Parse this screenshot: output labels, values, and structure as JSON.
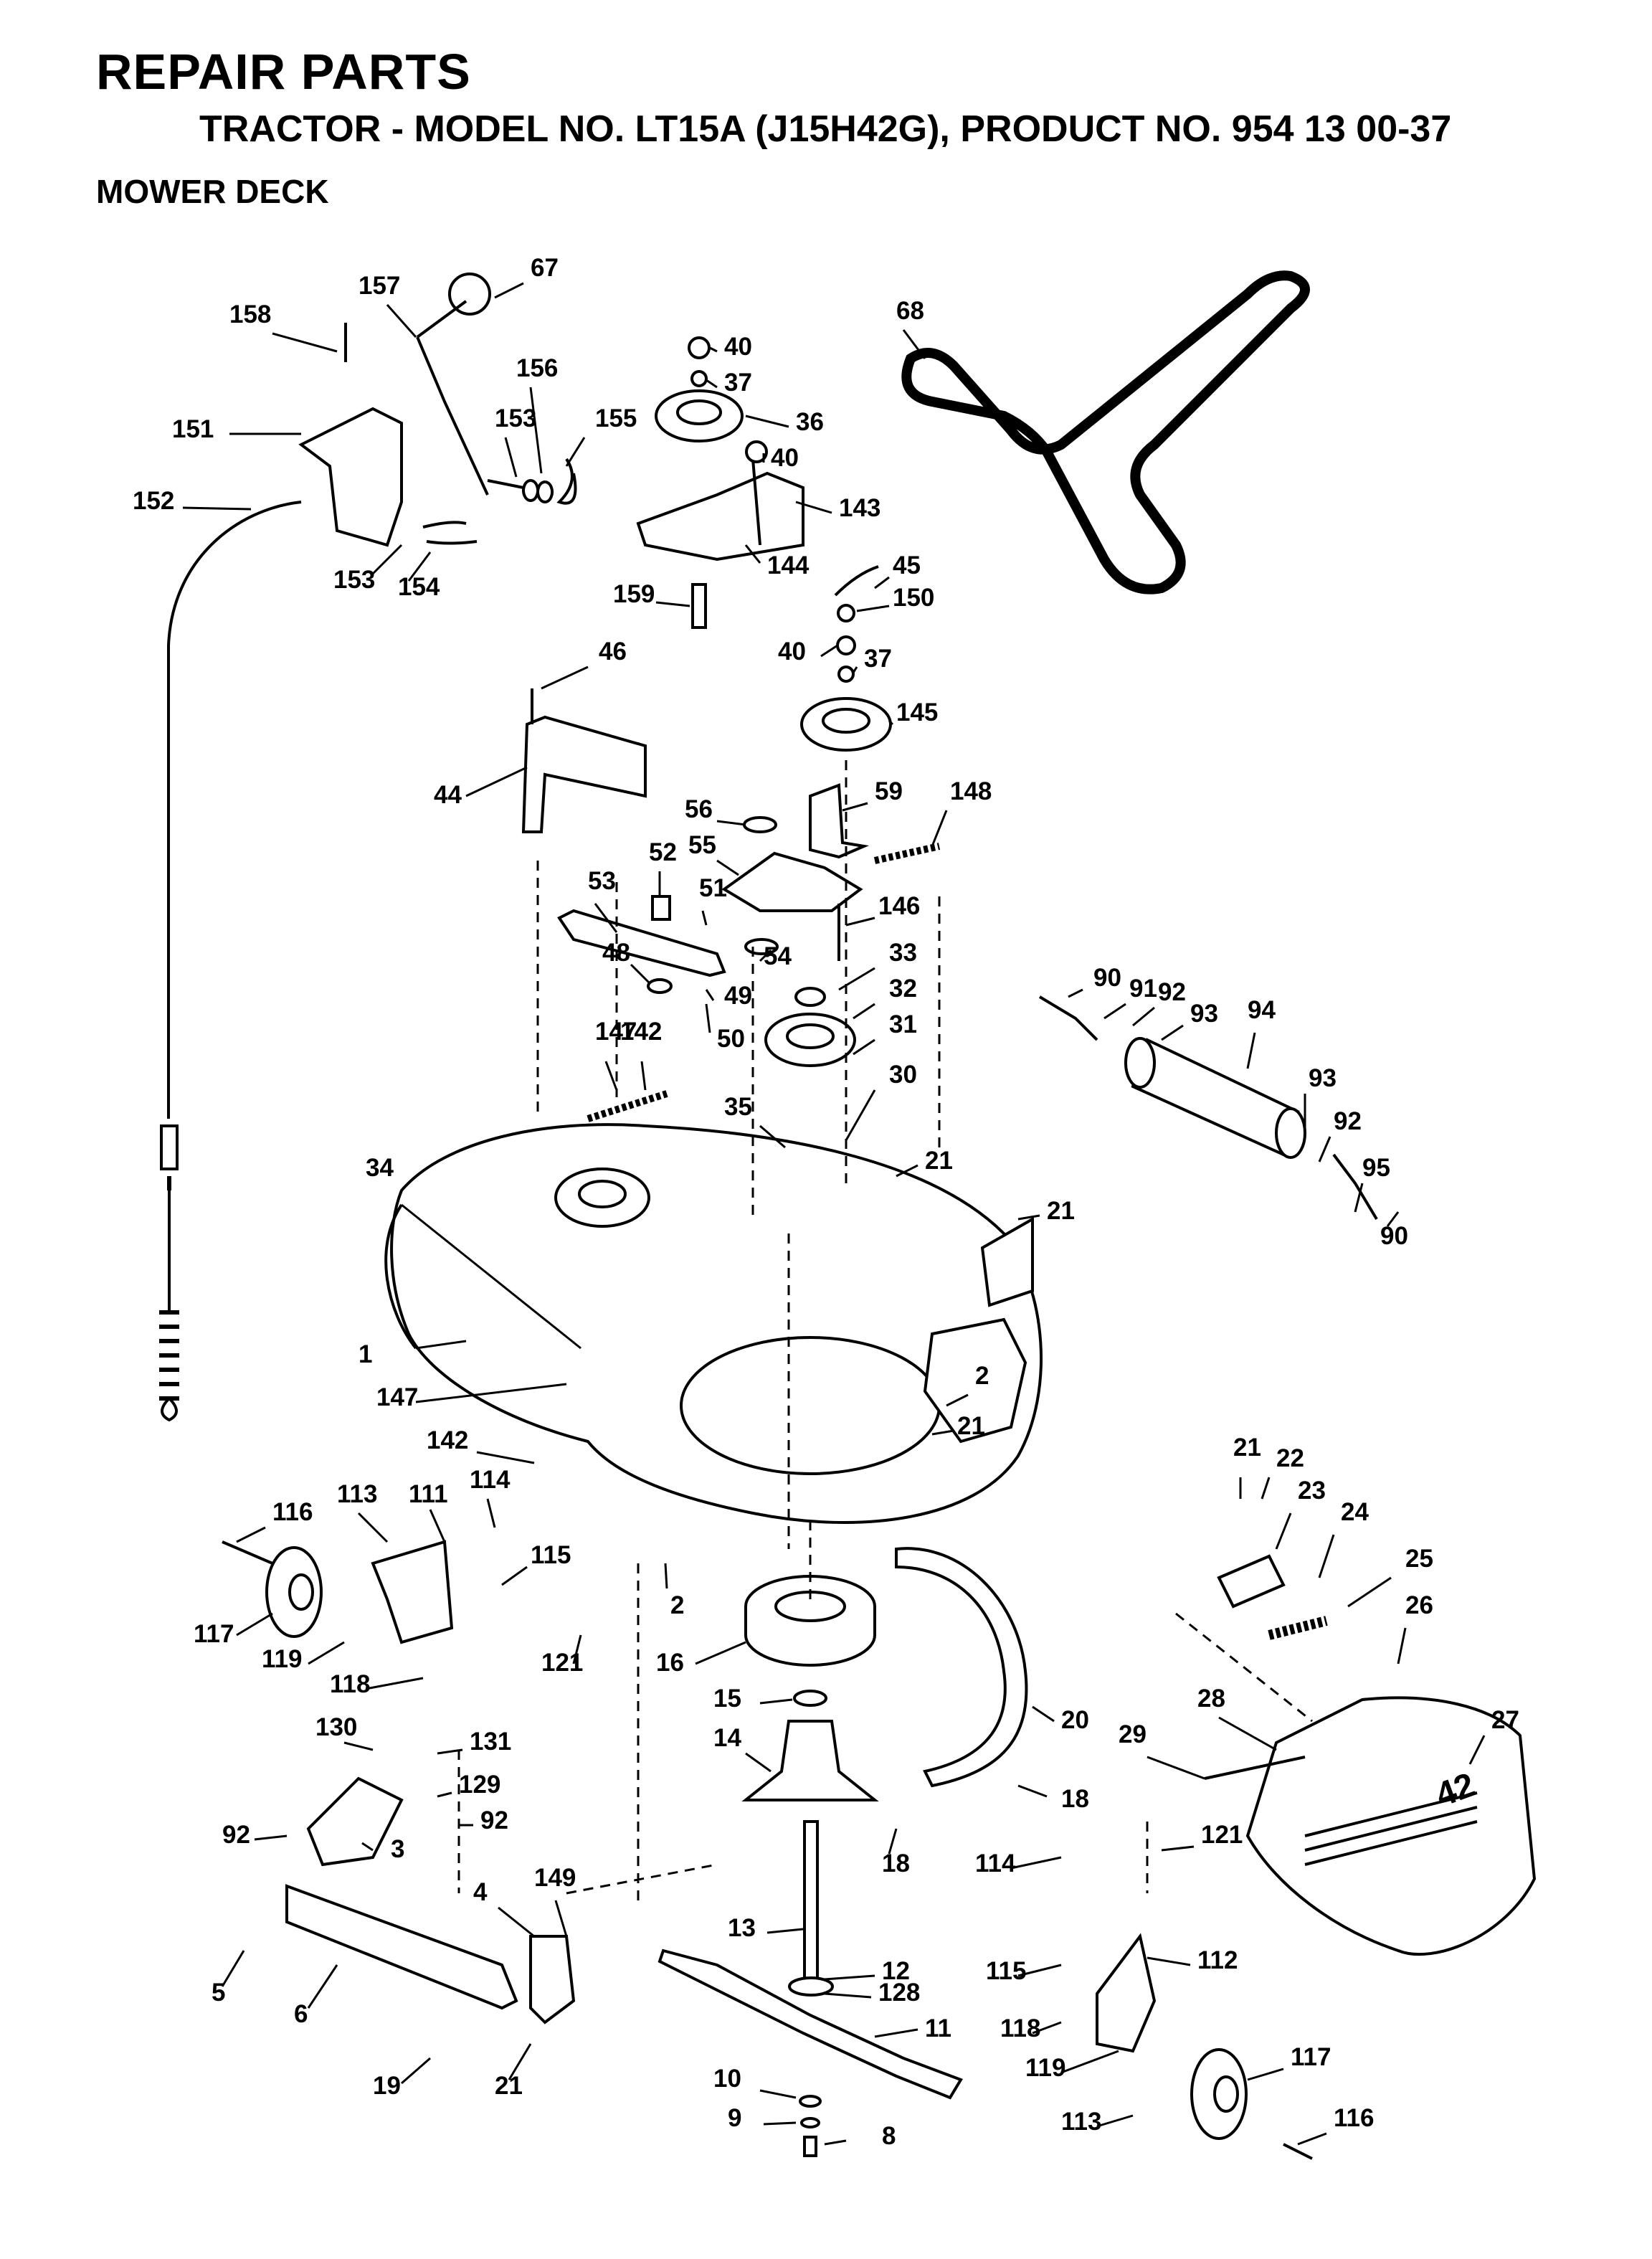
{
  "header": {
    "title": "REPAIR PARTS",
    "subtitle": "TRACTOR - MODEL NO. LT15A (J15H42G), PRODUCT NO. 954 13 00-37",
    "section": "MOWER DECK"
  },
  "decal_text": "42",
  "callouts": [
    "1",
    "2",
    "3",
    "4",
    "5",
    "6",
    "8",
    "9",
    "10",
    "11",
    "12",
    "13",
    "14",
    "15",
    "16",
    "18",
    "19",
    "20",
    "21",
    "22",
    "23",
    "24",
    "25",
    "26",
    "27",
    "28",
    "29",
    "30",
    "31",
    "32",
    "33",
    "34",
    "35",
    "36",
    "37",
    "40",
    "44",
    "45",
    "46",
    "48",
    "49",
    "50",
    "51",
    "52",
    "53",
    "54",
    "55",
    "56",
    "59",
    "67",
    "68",
    "90",
    "91",
    "92",
    "93",
    "94",
    "95",
    "111",
    "112",
    "113",
    "114",
    "115",
    "116",
    "117",
    "118",
    "119",
    "121",
    "128",
    "129",
    "130",
    "131",
    "142",
    "143",
    "144",
    "145",
    "146",
    "147",
    "148",
    "149",
    "150",
    "151",
    "152",
    "153",
    "154",
    "155",
    "156",
    "157",
    "158",
    "159"
  ]
}
